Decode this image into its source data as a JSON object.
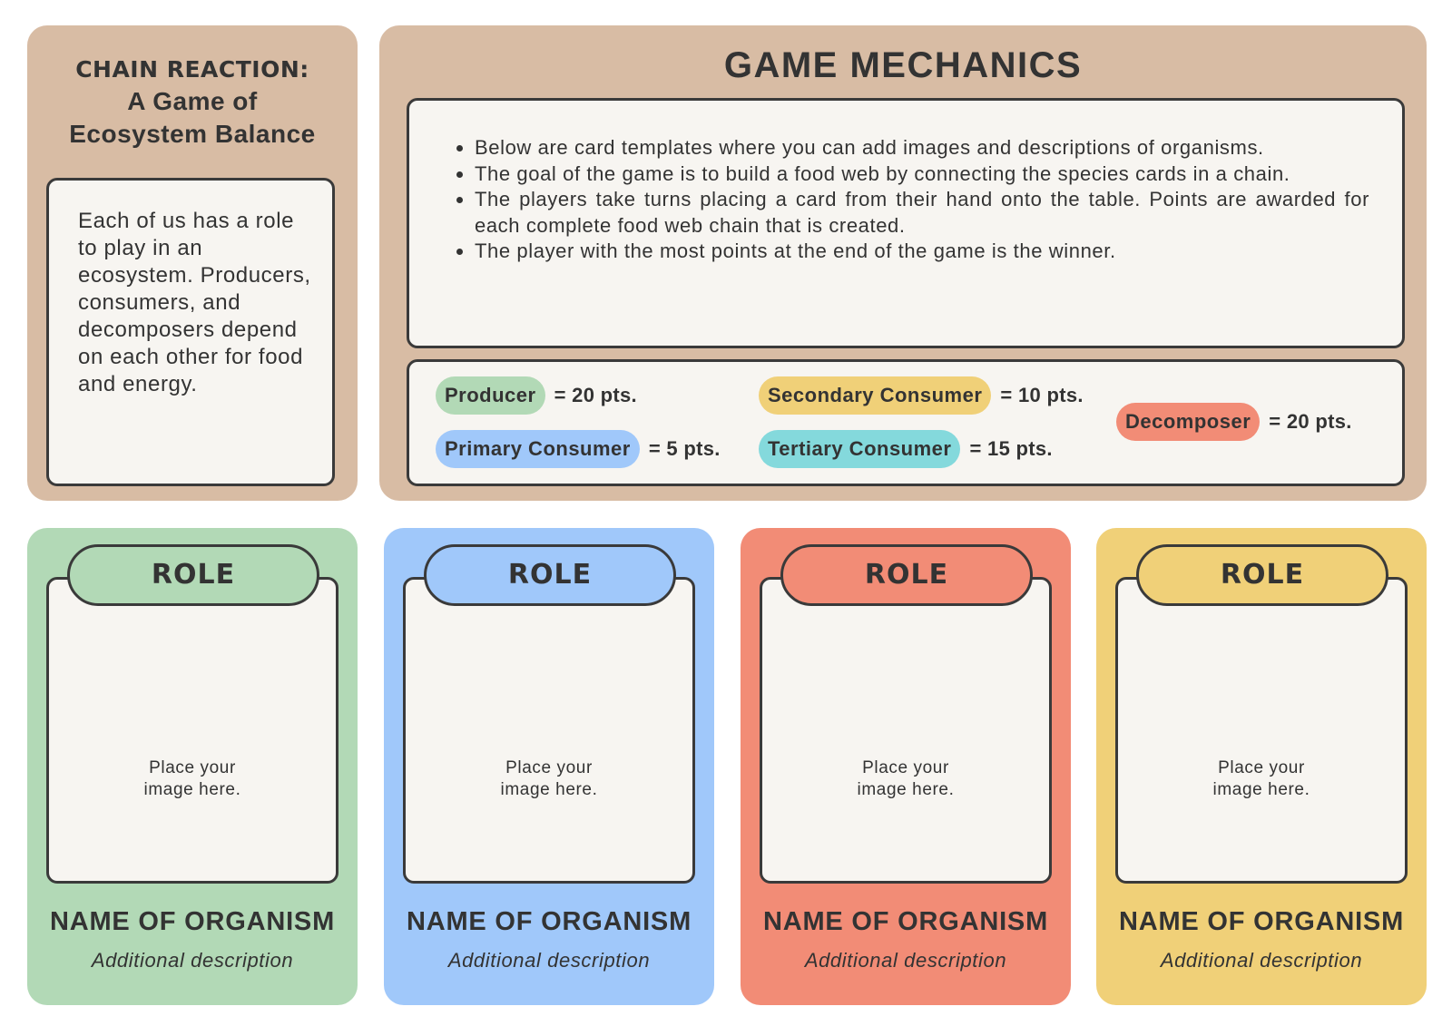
{
  "title": {
    "line1": "CHAIN REACTION:",
    "line2a": "A Game of",
    "line2b": "Ecosystem Balance"
  },
  "intro": {
    "text": "Each of us has a role to play in an ecosystem. Producers, consumers, and decomposers depend on each other for food and energy."
  },
  "mechanics": {
    "heading": "GAME MECHANICS",
    "rules": [
      "Below are card templates where you can add images and descriptions of organisms.",
      "The goal of the game is to build a food web by connecting the species cards in a chain.",
      "The players take turns placing a card from their hand onto the table. Points are awarded for each complete food web chain that is created.",
      "The player with the most points at the end of the game is the winner."
    ]
  },
  "points": [
    {
      "role": "Producer",
      "pts": "= 20 pts.",
      "color": "#b2d9b6"
    },
    {
      "role": "Primary Consumer",
      "pts": "= 5 pts.",
      "color": "#a0c8fa"
    },
    {
      "role": "Secondary Consumer",
      "pts": "= 10 pts.",
      "color": "#f0d078"
    },
    {
      "role": "Tertiary Consumer",
      "pts": "= 15 pts.",
      "color": "#84d9dc"
    },
    {
      "role": "Decomposer",
      "pts": "= 20 pts.",
      "color": "#f28c76"
    }
  ],
  "cards": [
    {
      "role": "ROLE",
      "placeholder_1": "Place your",
      "placeholder_2": "image here.",
      "name": "NAME OF ORGANISM",
      "desc": "Additional description",
      "color": "#b2d9b6"
    },
    {
      "role": "ROLE",
      "placeholder_1": "Place your",
      "placeholder_2": "image here.",
      "name": "NAME OF ORGANISM",
      "desc": "Additional description",
      "color": "#a0c8fa"
    },
    {
      "role": "ROLE",
      "placeholder_1": "Place your",
      "placeholder_2": "image here.",
      "name": "NAME OF ORGANISM",
      "desc": "Additional description",
      "color": "#f28c76"
    },
    {
      "role": "ROLE",
      "placeholder_1": "Place your",
      "placeholder_2": "image here.",
      "name": "NAME OF ORGANISM",
      "desc": "Additional description",
      "color": "#f0d078"
    }
  ]
}
